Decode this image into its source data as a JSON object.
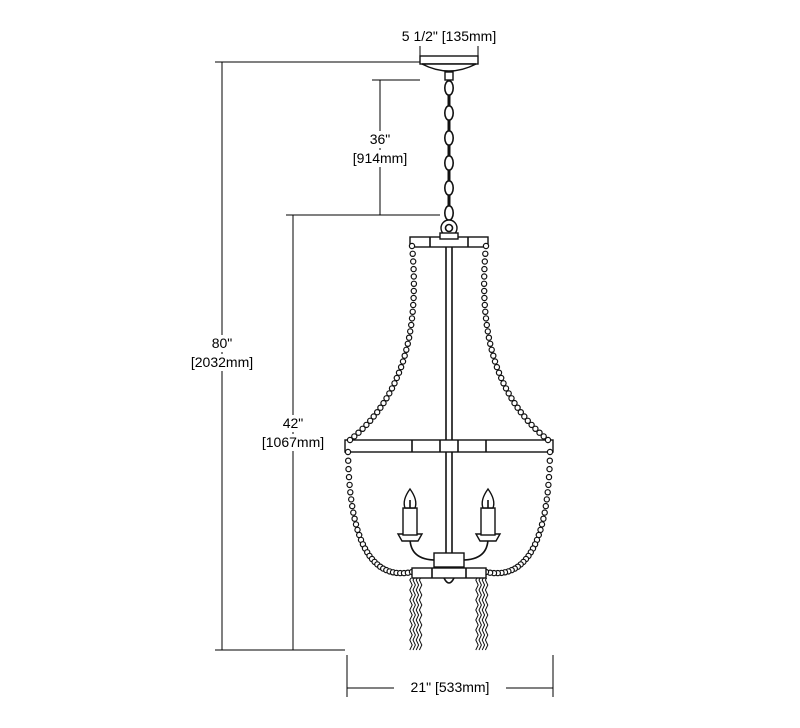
{
  "dimensions": {
    "canopy_width": "5 1/2\" [135mm]",
    "chain_length_in": "36\"",
    "chain_length_mm": "[914mm]",
    "overall_height_in": "80\"",
    "overall_height_mm": "[2032mm]",
    "body_height_in": "42\"",
    "body_height_mm": "[1067mm]",
    "body_width": "21\" [533mm]"
  }
}
